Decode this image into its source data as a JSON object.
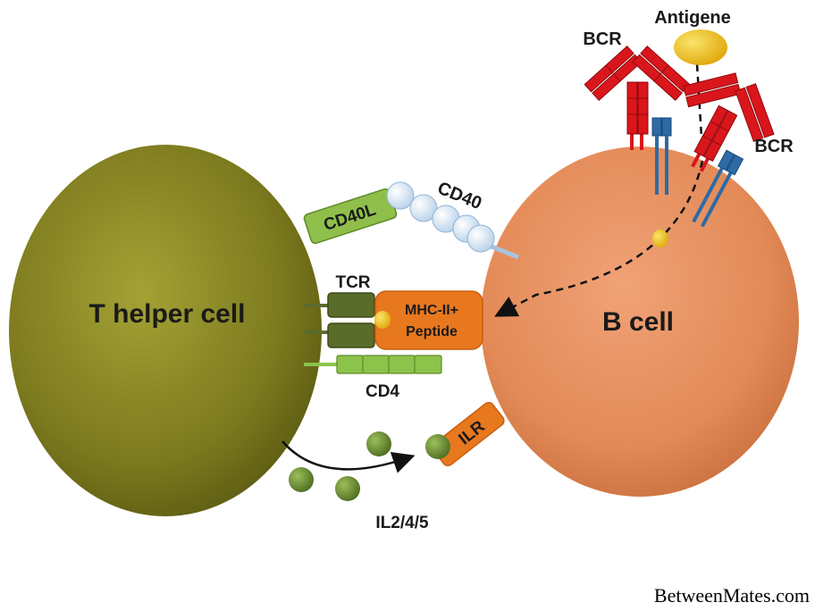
{
  "labels": {
    "t_cell": "T helper cell",
    "b_cell": "B cell",
    "antigene": "Antigene",
    "bcr_left": "BCR",
    "bcr_right": "BCR",
    "cd40l": "CD40L",
    "cd40": "CD40",
    "tcr": "TCR",
    "mhc_line1": "MHC-II+",
    "mhc_line2": "Peptide",
    "cd4": "CD4",
    "ilr": "ILR",
    "cytokines": "IL2/4/5"
  },
  "watermark": "BetweenMates.com",
  "colors": {
    "t_cell": "#7c7a1e",
    "b_cell": "#e38a57",
    "cd40l": "#8fbf4a",
    "cd40_bead": "#d4e6f5",
    "tcr": "#5a6b2a",
    "mhc": "#e8781e",
    "cd4": "#8cc34a",
    "ilr": "#e8781e",
    "bcr_heavy": "#d9161c",
    "bcr_signal": "#2d6aa6",
    "antigen": "#f2c418",
    "cytokine": "#6e8f36"
  }
}
